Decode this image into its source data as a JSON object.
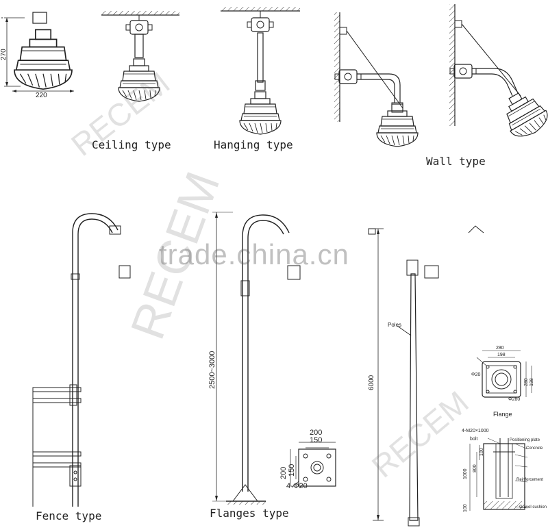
{
  "captions": {
    "ceiling": "Ceiling type",
    "hanging": "Hanging type",
    "wall": "Wall type",
    "fence": "Fence type",
    "flanges": "Flanges type"
  },
  "dimensions": {
    "ceiling_height": "270",
    "ceiling_width": "220",
    "pole_range": "2500~3000",
    "flange_plate_outer": "200",
    "flange_plate_inner": "150",
    "flange_plate_outer_v": "200",
    "flange_plate_inner_v": "150",
    "flange_holes": "4-Φ20",
    "pole_height": "6000",
    "big_flange_outer": "280",
    "big_flange_inner": "198",
    "big_flange_outer_v": "280",
    "big_flange_inner_v": "198",
    "big_flange_center": "Φ280",
    "big_flange_angle": "Φ20",
    "anchor_bolts": "4-M20×1000",
    "found_depth": "1000",
    "found_upper": "800",
    "found_top": "100",
    "found_bottom": "100"
  },
  "labels": {
    "poles": "Poles",
    "flange": "Flange",
    "bolt": "bolt",
    "positioning_plate": "Positioning plate",
    "concrete": "Concrete",
    "reinforcement": "Reinforcement",
    "gravel": "Gravel cushion"
  },
  "watermark": {
    "site": "trade.china.cn",
    "brand": "RECEM"
  },
  "colors": {
    "line": "#222222",
    "watermark": "#8a8a8a"
  }
}
